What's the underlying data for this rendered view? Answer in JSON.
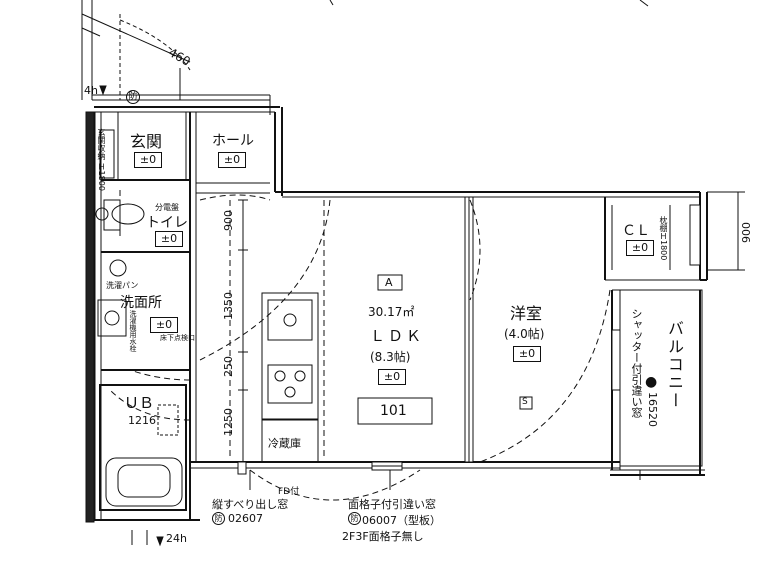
{
  "rooms": {
    "entrance": {
      "name": "玄関",
      "level": "±0"
    },
    "hall": {
      "name": "ホール",
      "level": "±0"
    },
    "toilet": {
      "name": "トイレ",
      "level": "±0",
      "note": "分電盤"
    },
    "washroom": {
      "name": "洗面所",
      "level": "±0",
      "sub1": "洗濯パン",
      "sub2": "床下点検口"
    },
    "bath": {
      "name": "ＵＢ",
      "size": "1216"
    },
    "ldk": {
      "badge": "A",
      "area": "30.17㎡",
      "name": "ＬＤＫ",
      "tatami": "(8.3帖)",
      "level": "±0",
      "unit": "101"
    },
    "bedroom": {
      "name": "洋室",
      "tatami": "(4.0帖)",
      "level": "±0",
      "storage_mark": "S"
    },
    "closet": {
      "name": "ＣＬ",
      "level": "±0",
      "shelf": "枕棚Ｈ1800"
    },
    "balcony": {
      "name": "バルコニー",
      "window_note": "シャッター付引違い窓",
      "window_code": "16520",
      "symbol": "●"
    }
  },
  "labels": {
    "fridge": "冷蔵庫",
    "shoe_box": "玄関収納 Ｈ1800",
    "washer_tap": "洗濯機用水栓",
    "entry_door_size": "460",
    "fd": "FD付"
  },
  "dimensions": {
    "d_900_left": "900",
    "d_1350": "1350",
    "d_250": "250",
    "d_1250": "1250",
    "d_900_right": "900"
  },
  "markers": {
    "top_left": "4h",
    "bottom_left": "24h",
    "gas": "防"
  },
  "callouts": {
    "window1_line1": "縦すべり出し窓",
    "window1_line2": "02607",
    "window2_line1": "面格子付引違い窓",
    "window2_line2": "06007（型板）",
    "window2_line3": "2F3F面格子無し",
    "fire_mark": "防"
  }
}
